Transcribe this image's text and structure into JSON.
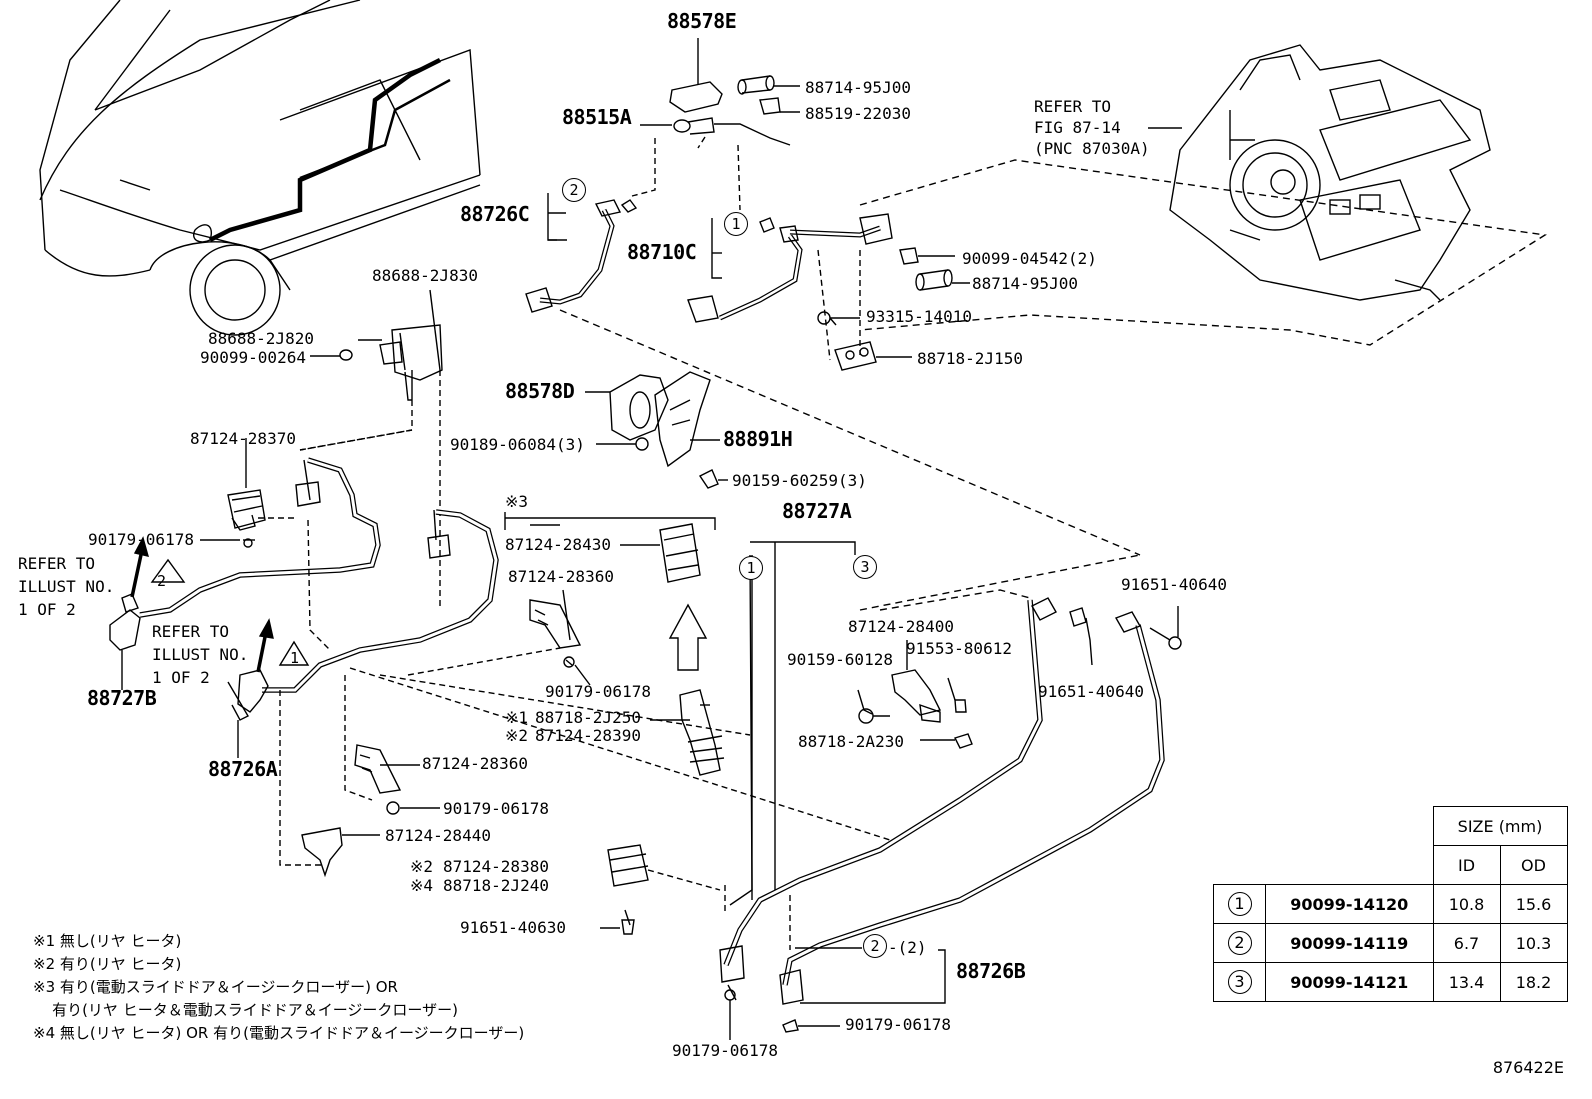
{
  "parts": {
    "p88578E": "88578E",
    "p88714_95J00_top": "88714-95J00",
    "p88519_22030": "88519-22030",
    "p88515A": "88515A",
    "p88726C": "88726C",
    "p88710C": "88710C",
    "p90099_04542": "90099-04542(2)",
    "p88714_95J00_mid": "88714-95J00",
    "p93315_14010": "93315-14010",
    "p88718_2J150": "88718-2J150",
    "p88688_2J830": "88688-2J830",
    "p88688_2J820": "88688-2J820",
    "p90099_00264": "90099-00264",
    "p88578D": "88578D",
    "p90189_06084": "90189-06084(3)",
    "p88891H": "88891H",
    "p90159_60259": "90159-60259(3)",
    "p87124_28370": "87124-28370",
    "p90179_06178_a": "90179-06178",
    "p87124_28430": "87124-28430",
    "p87124_28360_a": "87124-28360",
    "p88727A": "88727A",
    "p91651_40640_a": "91651-40640",
    "p87124_28400": "87124-28400",
    "p90159_60128": "90159-60128",
    "p91553_80612": "91553-80612",
    "p91651_40640_b": "91651-40640",
    "p90179_06178_b": "90179-06178",
    "p88718_2J250": "88718-2J250",
    "p87124_28390": "87124-28390",
    "p88718_2A230": "88718-2A230",
    "p88727B": "88727B",
    "p88726A": "88726A",
    "p87124_28360_b": "87124-28360",
    "p90179_06178_c": "90179-06178",
    "p87124_28440": "87124-28440",
    "p87124_28380": "87124-28380",
    "p88718_2J240": "88718-2J240",
    "p91651_40630": "91651-40630",
    "p88726B": "88726B",
    "p90179_06178_d": "90179-06178",
    "p90179_06178_e": "90179-06178"
  },
  "refer_fig": [
    "REFER TO",
    "FIG 87-14",
    "(PNC 87030A)"
  ],
  "refer_illust_2": [
    "REFER TO",
    "ILLUST NO.",
    "1 OF 2"
  ],
  "refer_illust_1": [
    "REFER TO",
    "ILLUST NO.",
    "1 OF 2"
  ],
  "marks": {
    "m1": "※1",
    "m2": "※2",
    "m3": "※3",
    "m4": "※4",
    "tri1": "1",
    "tri2": "2",
    "c1": "1",
    "c2": "2",
    "c3": "3",
    "qty2": "-(2)"
  },
  "footnotes": [
    "※1 無し(リヤ ヒータ)",
    "※2 有り(リヤ ヒータ)",
    "※3 有り(電動スライドドア＆イージークローザー) OR",
    "    有り(リヤ ヒータ＆電動スライドドア＆イージークローザー)",
    "※4 無し(リヤ ヒータ) OR 有り(電動スライドドア＆イージークローザー)"
  ],
  "size_table": {
    "header": "SIZE (mm)",
    "col_id": "ID",
    "col_od": "OD",
    "rows": [
      {
        "mark": "1",
        "part": "90099-14120",
        "id": "10.8",
        "od": "15.6"
      },
      {
        "mark": "2",
        "part": "90099-14119",
        "id": "6.7",
        "od": "10.3"
      },
      {
        "mark": "3",
        "part": "90099-14121",
        "id": "13.4",
        "od": "18.2"
      }
    ]
  },
  "figure_no": "876422E"
}
